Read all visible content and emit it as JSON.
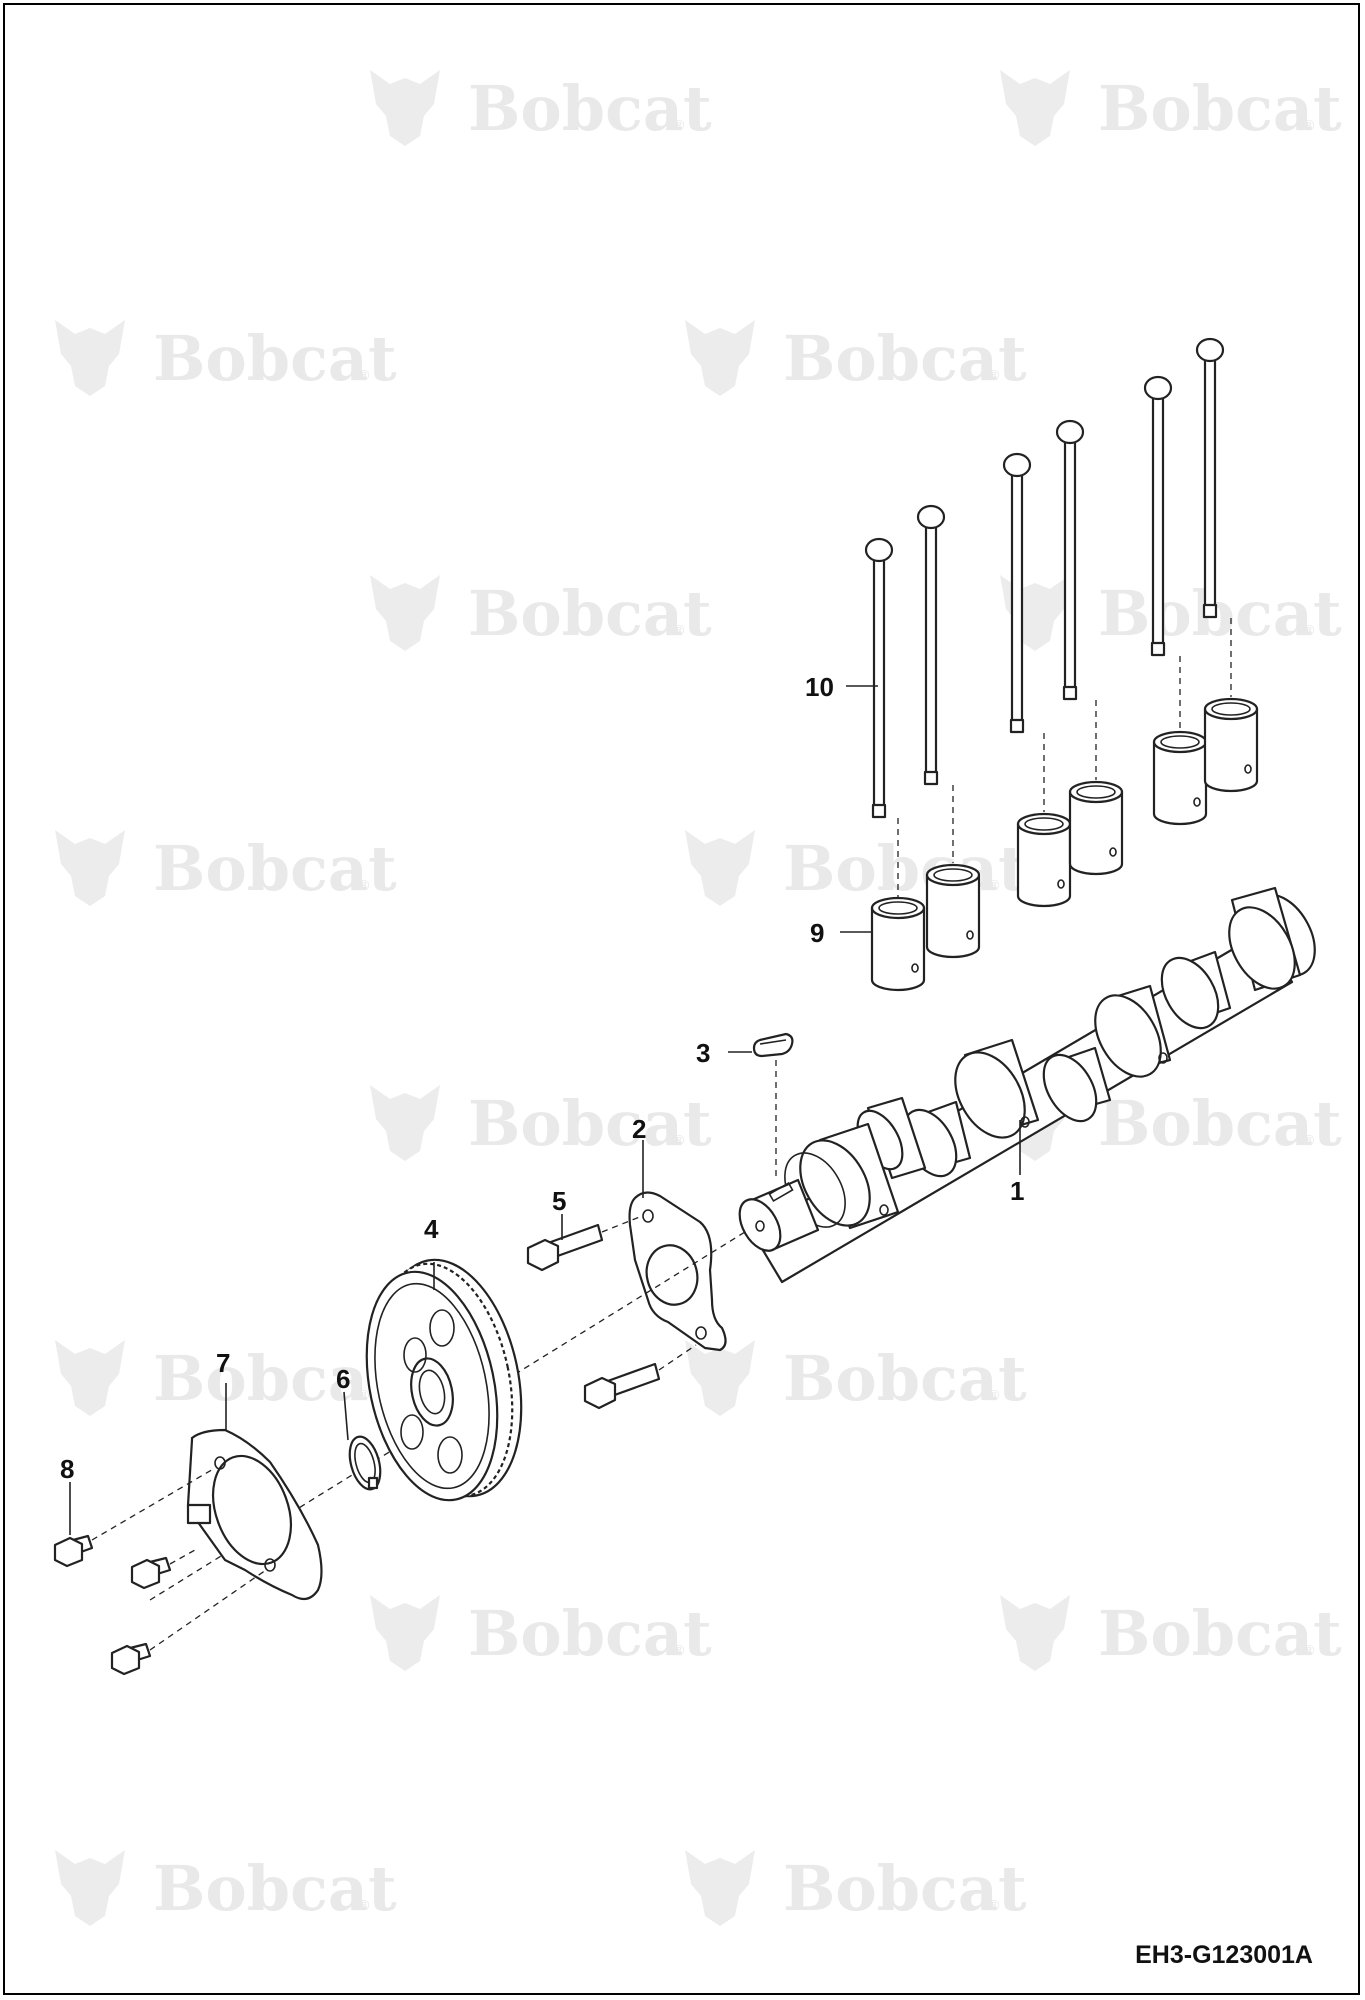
{
  "diagram": {
    "watermark_brand": "Bobcat",
    "watermark_reg_mark": "®",
    "drawing_code": "EH3-G123001A",
    "callouts": [
      "1",
      "2",
      "3",
      "4",
      "5",
      "6",
      "7",
      "8",
      "9",
      "10"
    ]
  }
}
